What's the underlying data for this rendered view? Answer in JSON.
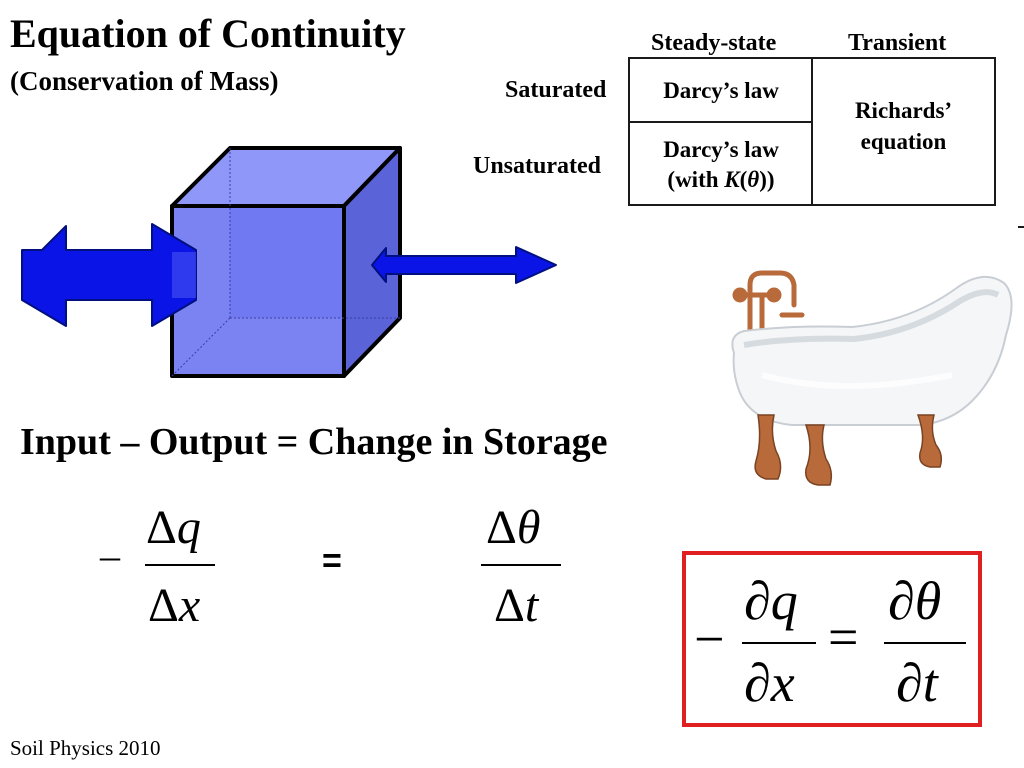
{
  "slide": {
    "title": "Equation of Continuity",
    "subtitle": "(Conservation of Mass)",
    "footer": "Soil Physics 2010"
  },
  "table": {
    "column_headers": [
      "Steady-state",
      "Transient"
    ],
    "row_headers": [
      "Saturated",
      "Unsaturated"
    ],
    "cells": {
      "saturated_steady": "Darcy’s law",
      "unsaturated_steady_line1": "Darcy’s law",
      "unsaturated_steady_line2_prefix": "(with ",
      "unsaturated_steady_line2_K": "K",
      "unsaturated_steady_line2_theta": "θ",
      "transient_line1": "Richards’",
      "transient_line2": "equation"
    }
  },
  "statement": "Input – Output = Change in Storage",
  "discrete_equation": {
    "minus": "–",
    "lhs_numerator_delta": "Δ",
    "lhs_numerator_var": "q",
    "lhs_denominator_delta": "Δ",
    "lhs_denominator_var": "x",
    "equals": "=",
    "rhs_numerator_delta": "Δ",
    "rhs_numerator_var": "θ",
    "rhs_denominator_delta": "Δ",
    "rhs_denominator_var": "t"
  },
  "differential_equation": {
    "minus": "−",
    "lhs_numerator_partial": "∂",
    "lhs_numerator_var": "q",
    "lhs_denominator_partial": "∂",
    "lhs_denominator_var": "x",
    "equals": "=",
    "rhs_numerator_partial": "∂",
    "rhs_numerator_var": "θ",
    "rhs_denominator_partial": "∂",
    "rhs_denominator_var": "t"
  },
  "colors": {
    "cube_fill": "#6f78f0",
    "cube_edge": "#000000",
    "arrow_fill": "#0a14e6",
    "box_border": "#e02020",
    "tub_white": "#f4f6f8",
    "tub_copper": "#b86a3a"
  },
  "icons": {
    "cube": "control-volume-cube",
    "inflow": "large-inflow-arrow",
    "outflow": "small-outflow-arrow",
    "bathtub": "clawfoot-bathtub-image"
  }
}
